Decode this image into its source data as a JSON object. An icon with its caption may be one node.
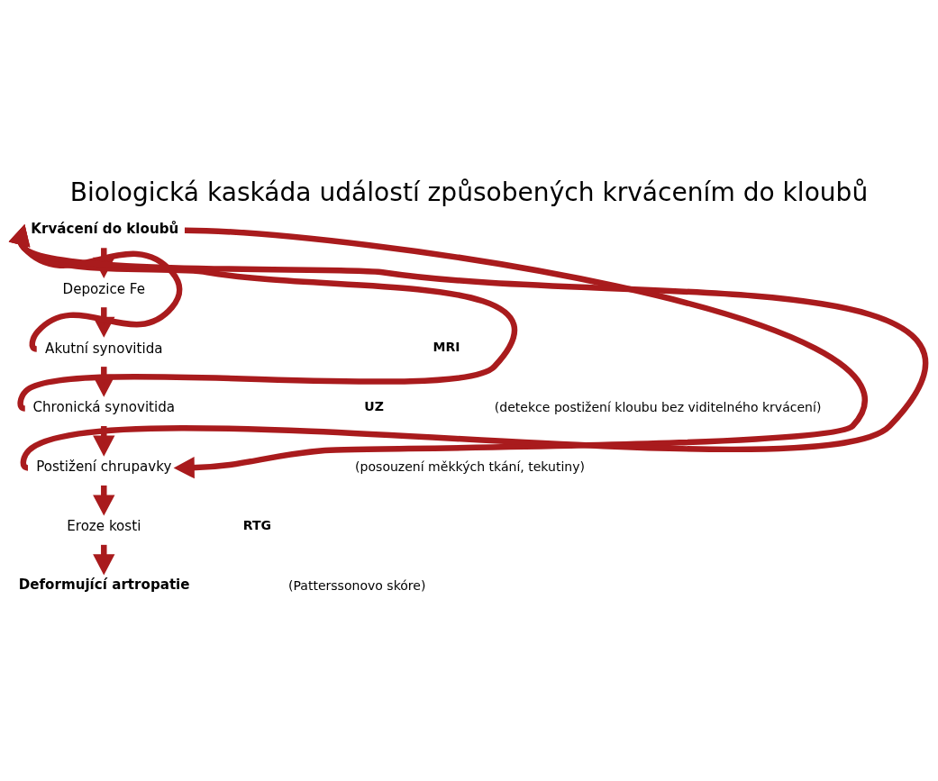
{
  "diagram": {
    "title": "Biologická kaskáda událostí způsobených krvácením do kloubů",
    "nodes": [
      {
        "text": [
          "Krvácení do kloubů"
        ]
      },
      {
        "text": [
          "Depozice Fe"
        ]
      },
      {
        "text": [
          "Akutní synovitida"
        ]
      },
      {
        "text": [
          "Chronická synovitida"
        ]
      },
      {
        "text": [
          "Postižení chrupavky"
        ]
      },
      {
        "text": [
          "Eroze kosti"
        ]
      },
      {
        "text": [
          "Deformující artropatie"
        ]
      }
    ],
    "edges": [
      {
        "from": 0,
        "to": 1,
        "arrow": "to"
      },
      {
        "from": 1,
        "to": 2,
        "arrow": "to"
      },
      {
        "from": 2,
        "to": 3,
        "arrow": "to"
      },
      {
        "from": 3,
        "to": 4,
        "arrow": "to"
      },
      {
        "from": 4,
        "to": 5,
        "arrow": "to"
      },
      {
        "from": 5,
        "to": 6,
        "arrow": "to"
      },
      {
        "from": 0,
        "to": 4,
        "arrow": "to"
      },
      {
        "from": 4,
        "to": 0,
        "arrow": "to"
      },
      {
        "from": 3,
        "to": 0,
        "arrow": "to"
      },
      {
        "from": 2,
        "to": 0,
        "arrow": "to"
      }
    ],
    "labels": [
      "RTG",
      "(Patterssonovo skóre)",
      "UZ",
      "(posouzení měkkých tkání, tekutiny)",
      "MRI",
      "(detekce postižení kloubu bez viditelného krvácení)"
    ]
  }
}
